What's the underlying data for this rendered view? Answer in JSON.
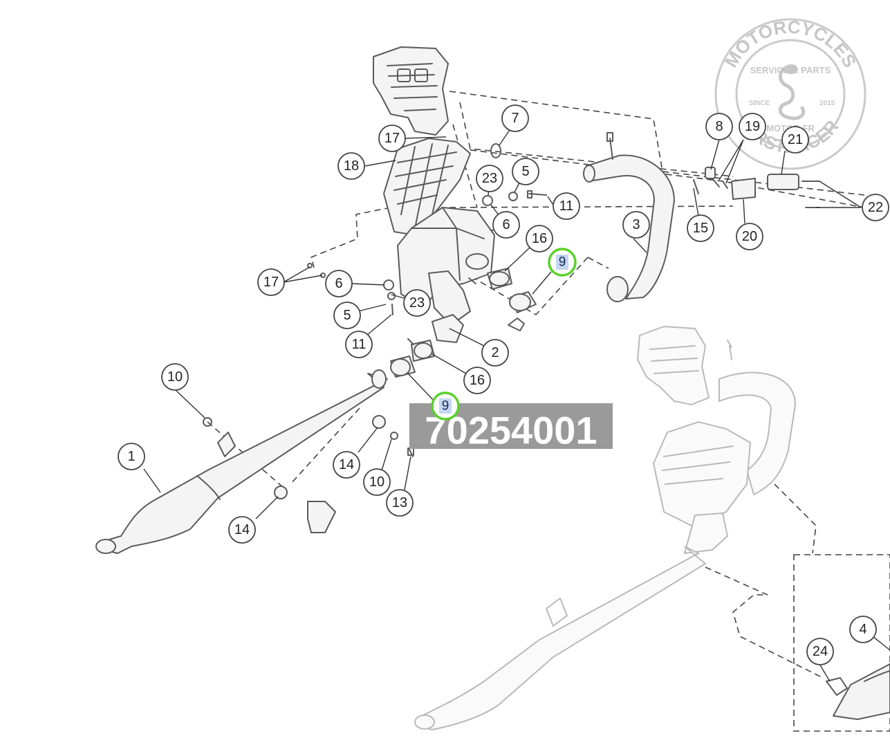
{
  "diagram": {
    "part_number": "70254001",
    "callouts": [
      "1",
      "2",
      "3",
      "4",
      "5",
      "5",
      "6",
      "6",
      "7",
      "8",
      "9",
      "9",
      "10",
      "10",
      "11",
      "11",
      "13",
      "14",
      "14",
      "15",
      "16",
      "16",
      "17",
      "17",
      "18",
      "19",
      "20",
      "21",
      "22",
      "23",
      "23",
      "24"
    ],
    "highlighted_callout": "9",
    "watermark": {
      "top_text": "MOTORCYCLES",
      "sub_text": "SERVICE & PARTS",
      "since_label": "SINCE",
      "year": "2015",
      "location": "MOTOR-FR",
      "brand": "FIRSTRACER",
      "icon": "cobra-snake-icon"
    },
    "colors": {
      "highlight_ring": "#5ad12b",
      "highlight_fill": "#c4d7f2",
      "stamp_box": "#9a9a9a"
    }
  }
}
